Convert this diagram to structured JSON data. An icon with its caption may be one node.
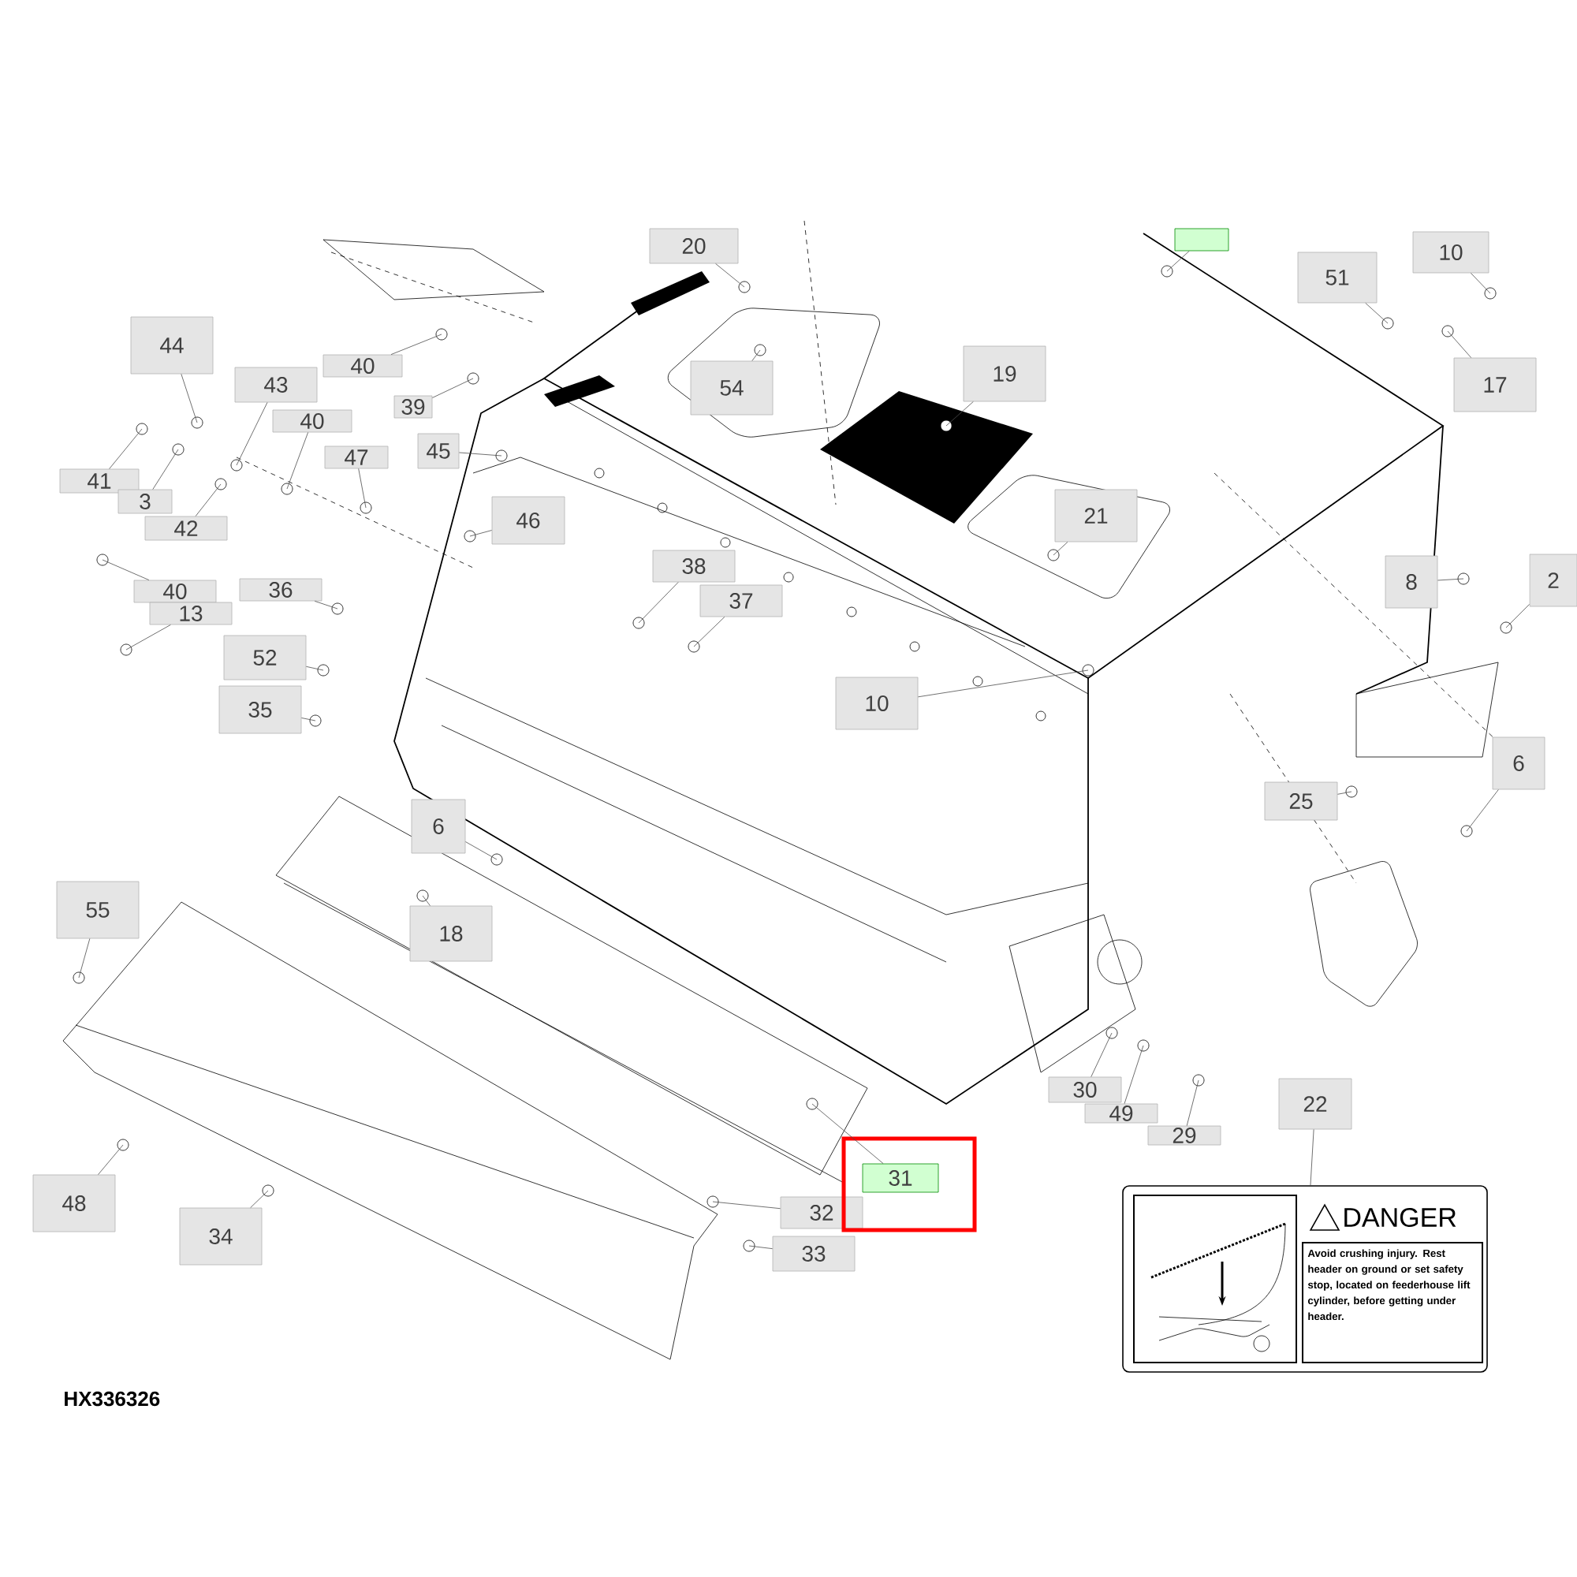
{
  "diagram": {
    "nodes": [
      {
        "text": [
          "20"
        ]
      },
      {
        "text": [],
        "shape": "box"
      },
      {
        "text": [
          "10"
        ]
      },
      {
        "text": [
          "51"
        ]
      },
      {
        "text": [
          "44"
        ]
      },
      {
        "text": [
          "43"
        ]
      },
      {
        "text": [
          "40"
        ]
      },
      {
        "text": [
          "39"
        ]
      },
      {
        "text": [
          "45"
        ]
      },
      {
        "text": [
          "40"
        ]
      },
      {
        "text": [
          "47"
        ]
      },
      {
        "text": [
          "54"
        ]
      },
      {
        "text": [
          "19"
        ]
      },
      {
        "text": [
          "17"
        ]
      },
      {
        "text": [
          "41"
        ]
      },
      {
        "text": [
          "3"
        ]
      },
      {
        "text": [
          "46"
        ]
      },
      {
        "text": [
          "42"
        ]
      },
      {
        "text": [
          "21"
        ]
      },
      {
        "text": [
          "38"
        ]
      },
      {
        "text": [
          "8"
        ]
      },
      {
        "text": [
          "2"
        ]
      },
      {
        "text": [
          "40"
        ]
      },
      {
        "text": [
          "36"
        ]
      },
      {
        "text": [
          "13"
        ]
      },
      {
        "text": [
          "37"
        ]
      },
      {
        "text": [
          "52"
        ]
      },
      {
        "text": [
          "35"
        ]
      },
      {
        "text": [
          "10"
        ]
      },
      {
        "text": [
          "6"
        ]
      },
      {
        "text": [
          "25"
        ]
      },
      {
        "text": [
          "6"
        ]
      },
      {
        "text": [
          "18"
        ]
      },
      {
        "text": [
          "55"
        ]
      },
      {
        "text": [
          "30"
        ]
      },
      {
        "text": [
          "22"
        ]
      },
      {
        "text": [
          "49"
        ]
      },
      {
        "text": [
          "29"
        ]
      },
      {
        "text": [
          "31"
        ]
      },
      {
        "text": [
          "32"
        ]
      },
      {
        "text": [
          "33"
        ]
      },
      {
        "text": [
          "48"
        ]
      },
      {
        "text": [
          "34"
        ]
      },
      {
        "text": [
          "DANGER",
          "Avoid crushing injury. Rest header on ground or set safety stop, located on feederhouse lift cylinder, before getting under header."
        ]
      }
    ],
    "edges": [
      {
        "from": 0,
        "to": null,
        "arrow": "none"
      },
      {
        "from": 1,
        "to": null,
        "arrow": "none"
      },
      {
        "from": 2,
        "to": null,
        "arrow": "none"
      },
      {
        "from": 3,
        "to": null,
        "arrow": "none"
      },
      {
        "from": 4,
        "to": null,
        "arrow": "none"
      },
      {
        "from": 5,
        "to": null,
        "arrow": "none"
      },
      {
        "from": 6,
        "to": null,
        "arrow": "none"
      },
      {
        "from": 7,
        "to": null,
        "arrow": "none"
      },
      {
        "from": 8,
        "to": null,
        "arrow": "none"
      },
      {
        "from": 9,
        "to": null,
        "arrow": "none"
      },
      {
        "from": 10,
        "to": null,
        "arrow": "none"
      },
      {
        "from": 11,
        "to": null,
        "arrow": "none"
      },
      {
        "from": 12,
        "to": null,
        "arrow": "none"
      },
      {
        "from": 13,
        "to": null,
        "arrow": "none"
      },
      {
        "from": 14,
        "to": null,
        "arrow": "none"
      },
      {
        "from": 15,
        "to": null,
        "arrow": "none"
      },
      {
        "from": 16,
        "to": null,
        "arrow": "none"
      },
      {
        "from": 17,
        "to": null,
        "arrow": "none"
      },
      {
        "from": 18,
        "to": null,
        "arrow": "none"
      },
      {
        "from": 19,
        "to": null,
        "arrow": "none"
      },
      {
        "from": 20,
        "to": null,
        "arrow": "none"
      },
      {
        "from": 21,
        "to": null,
        "arrow": "none"
      },
      {
        "from": 22,
        "to": null,
        "arrow": "none"
      },
      {
        "from": 23,
        "to": null,
        "arrow": "none"
      },
      {
        "from": 24,
        "to": null,
        "arrow": "none"
      },
      {
        "from": 25,
        "to": null,
        "arrow": "none"
      },
      {
        "from": 26,
        "to": null,
        "arrow": "none"
      },
      {
        "from": 27,
        "to": null,
        "arrow": "none"
      },
      {
        "from": 28,
        "to": null,
        "arrow": "none"
      },
      {
        "from": 29,
        "to": null,
        "arrow": "none"
      },
      {
        "from": 30,
        "to": null,
        "arrow": "none"
      },
      {
        "from": 31,
        "to": null,
        "arrow": "none"
      },
      {
        "from": 32,
        "to": null,
        "arrow": "none"
      },
      {
        "from": 33,
        "to": null,
        "arrow": "none"
      },
      {
        "from": 34,
        "to": null,
        "arrow": "none"
      },
      {
        "from": 35,
        "to": 43,
        "arrow": "none"
      },
      {
        "from": 36,
        "to": null,
        "arrow": "none"
      },
      {
        "from": 37,
        "to": null,
        "arrow": "none"
      },
      {
        "from": 38,
        "to": null,
        "arrow": "none"
      },
      {
        "from": 39,
        "to": null,
        "arrow": "none"
      },
      {
        "from": 40,
        "to": null,
        "arrow": "none"
      },
      {
        "from": 41,
        "to": null,
        "arrow": "none"
      },
      {
        "from": 42,
        "to": null,
        "arrow": "none"
      }
    ],
    "labels": [
      "HX336326"
    ]
  }
}
